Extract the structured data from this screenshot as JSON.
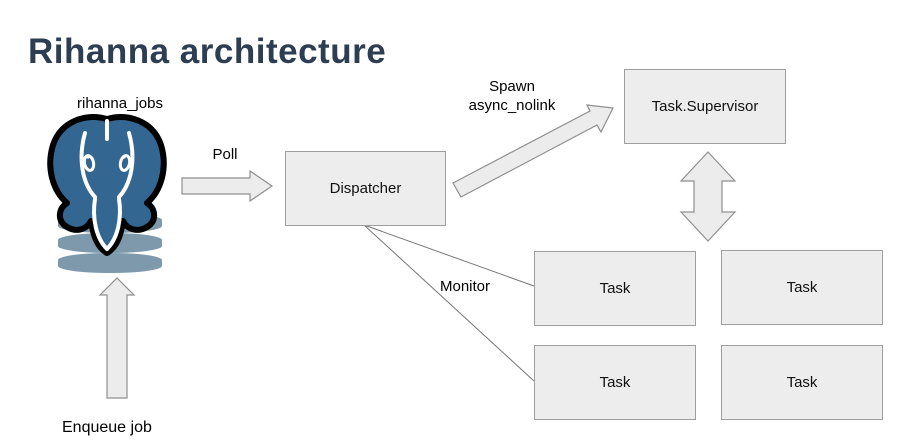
{
  "title": "Rihanna architecture",
  "database": {
    "label": "rihanna_jobs",
    "icon": "postgresql-elephant-database"
  },
  "nodes": {
    "dispatcher": "Dispatcher",
    "task_supervisor": "Task.Supervisor",
    "tasks": [
      "Task",
      "Task",
      "Task",
      "Task"
    ]
  },
  "edges": {
    "poll": "Poll",
    "spawn": "Spawn",
    "spawn_detail": "async_nolink",
    "monitor": "Monitor",
    "enqueue": "Enqueue job"
  },
  "colors": {
    "title_color": "#2e3e52",
    "box_fill": "#ededed",
    "box_border": "#9e9e9e",
    "arrow_fill": "#ececec",
    "arrow_stroke": "#8f8f8f",
    "connector_line": "#777777",
    "postgres_blue": "#336791",
    "cylinder_blue": "#7e98ac"
  }
}
